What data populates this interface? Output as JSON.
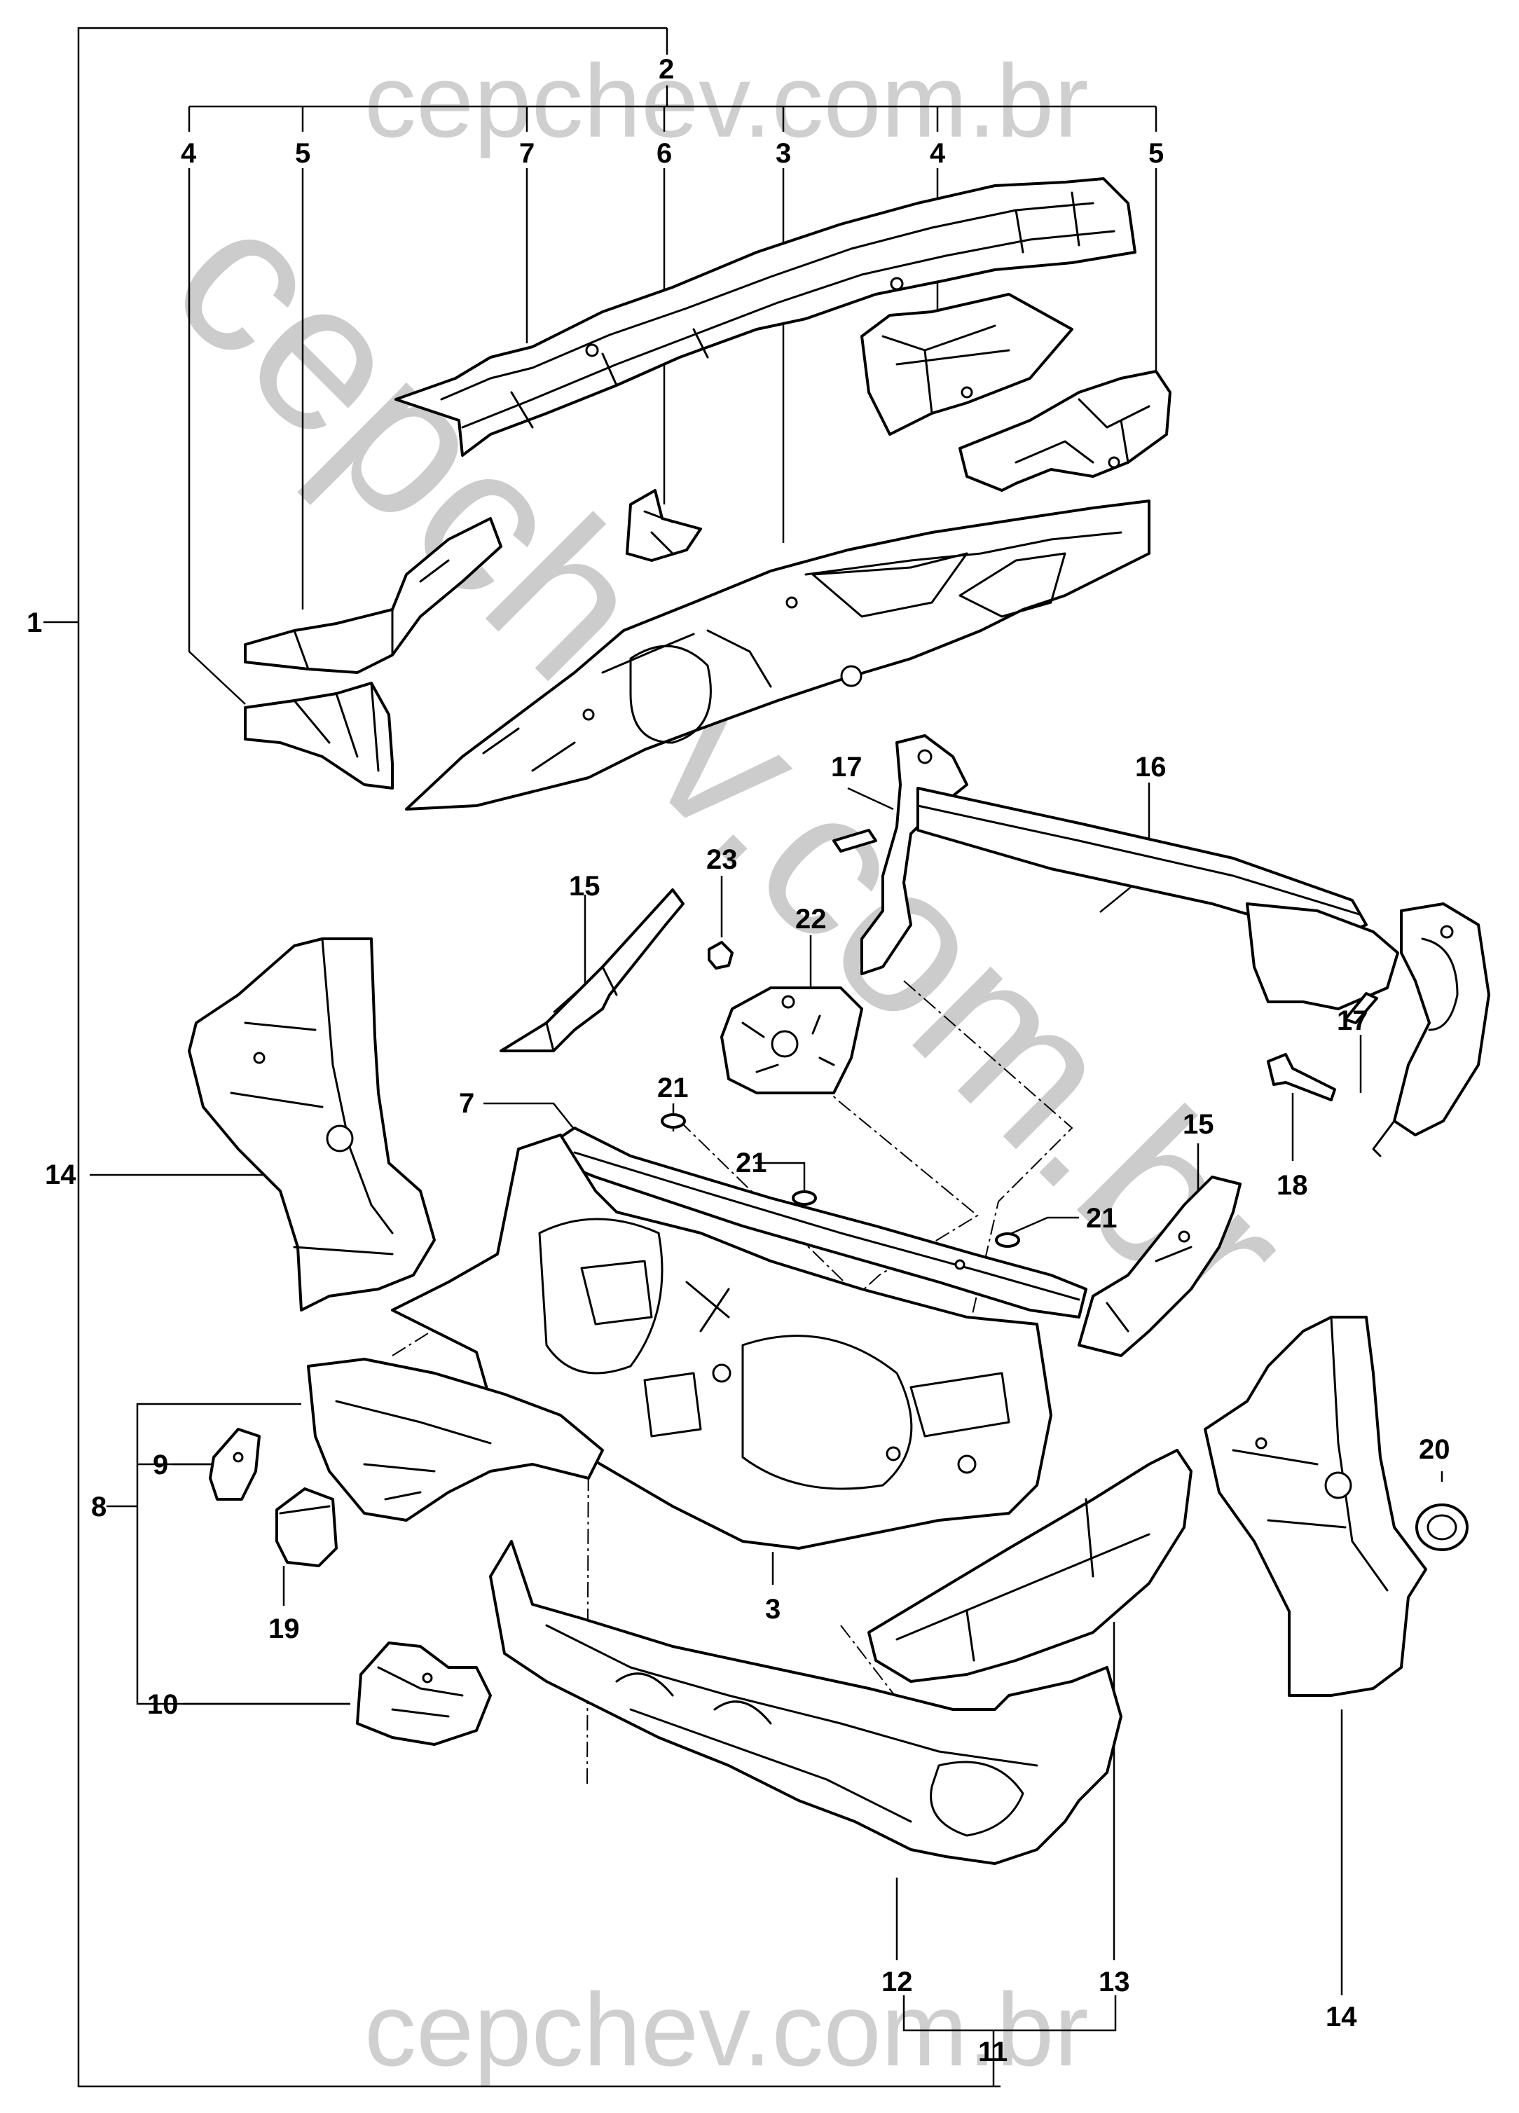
{
  "watermark": {
    "top": "cepchev.com.br",
    "bottom": "cepchev.com.br",
    "diagonal": "cepchev.com.br"
  },
  "callouts": {
    "n1": "1",
    "n2": "2",
    "n3_top": "3",
    "n3_bottom": "3",
    "n4_left": "4",
    "n4_right": "4",
    "n5_left": "5",
    "n5_right": "5",
    "n6": "6",
    "n7_top": "7",
    "n7_mid": "7",
    "n8": "8",
    "n9": "9",
    "n10": "10",
    "n11": "11",
    "n12": "12",
    "n13": "13",
    "n14_left": "14",
    "n14_right": "14",
    "n15_left": "15",
    "n15_right": "15",
    "n16": "16",
    "n17_left": "17",
    "n17_right": "17",
    "n18": "18",
    "n19": "19",
    "n20": "20",
    "n21_a": "21",
    "n21_b": "21",
    "n21_c": "21",
    "n22": "22",
    "n23": "23"
  }
}
